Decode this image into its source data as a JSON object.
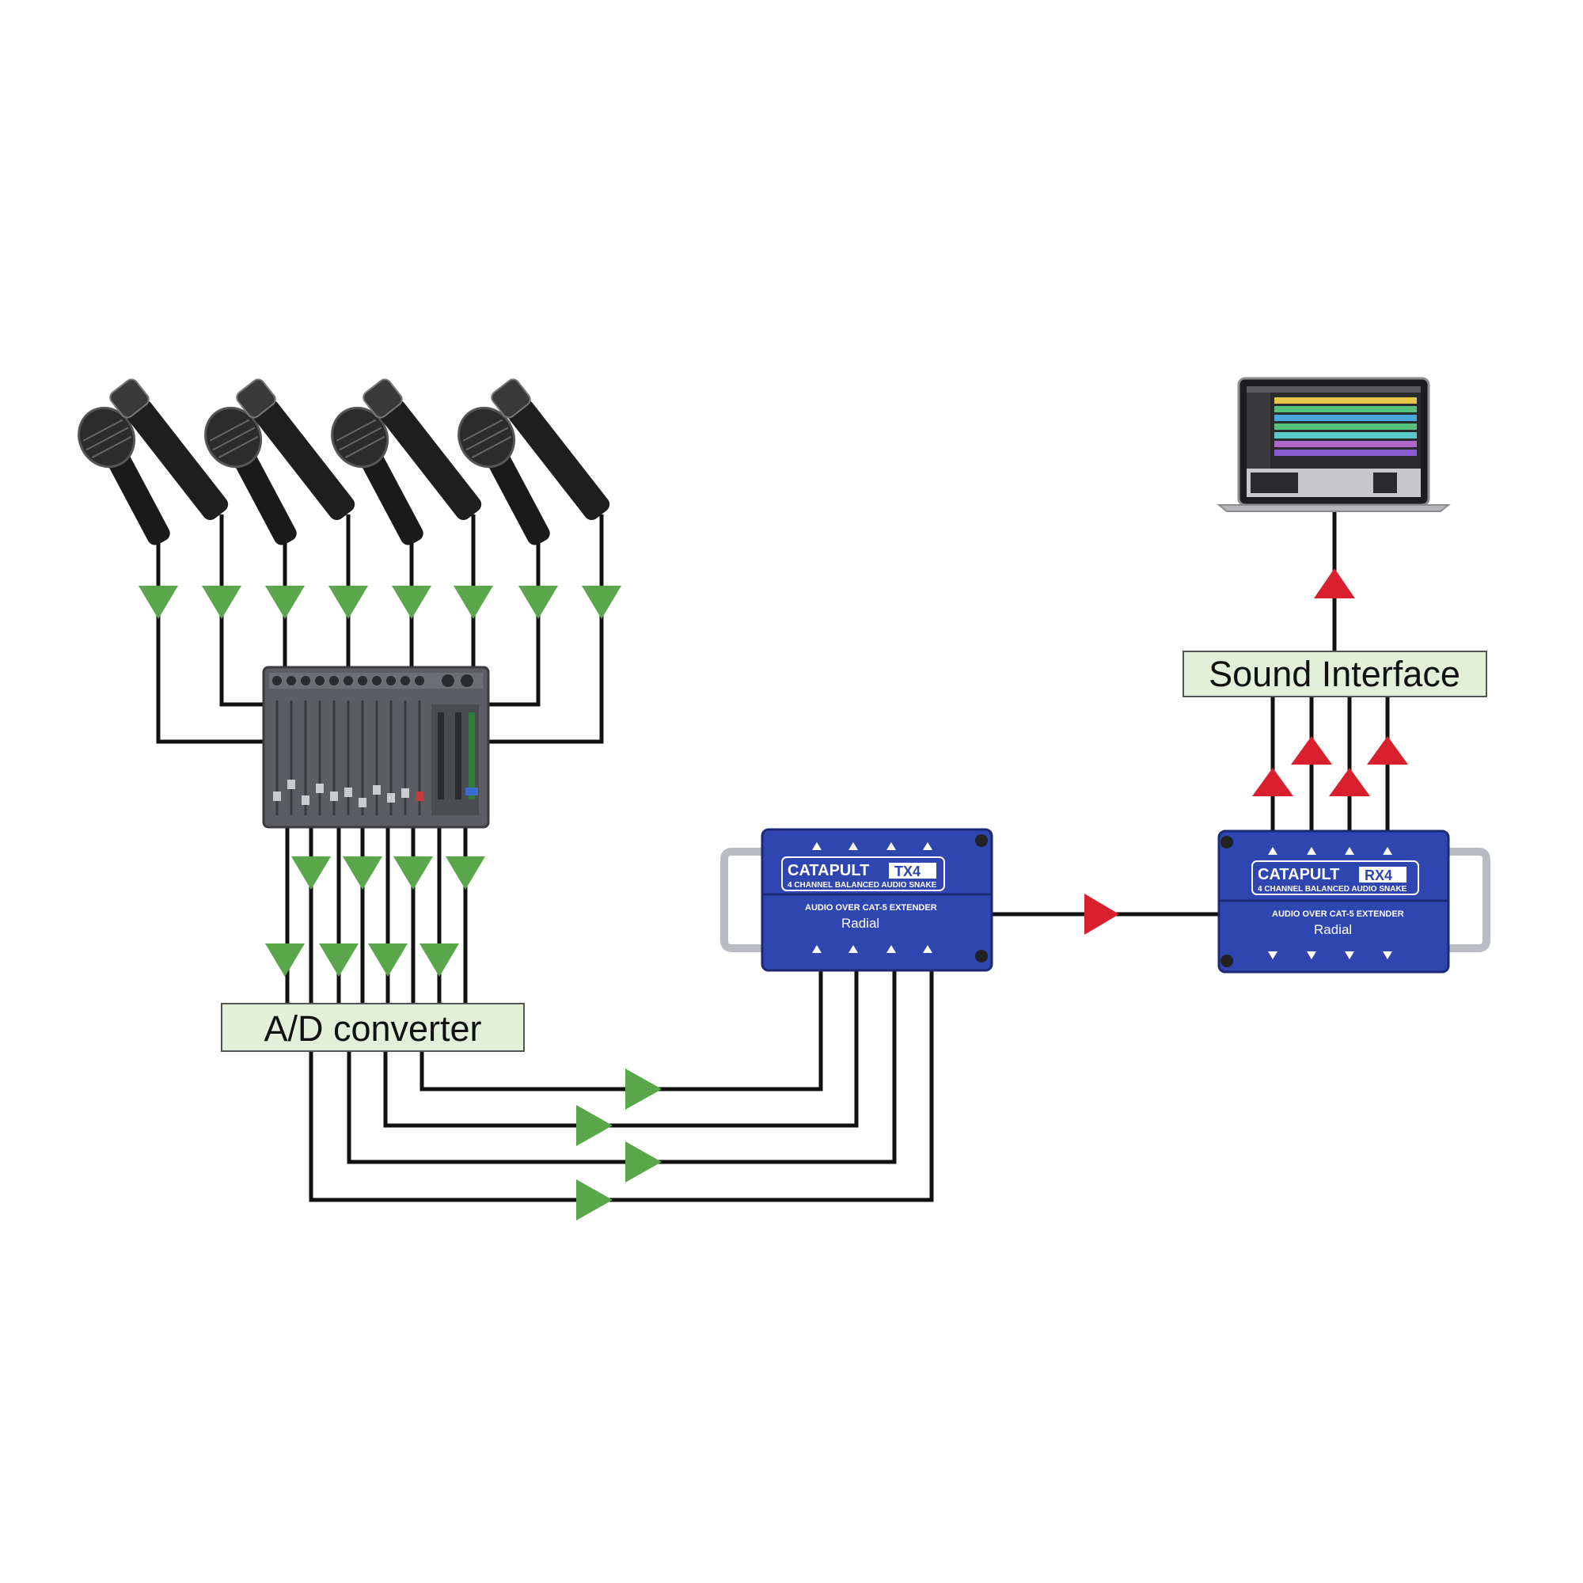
{
  "labels": {
    "ad_converter": "A/D converter",
    "sound_interface": "Sound Interface"
  },
  "devices": {
    "tx4": {
      "brand": "CATAPULT",
      "model": "TX4",
      "subtitle": "4 CHANNEL BALANCED AUDIO SNAKE",
      "tagline": "AUDIO OVER CAT-5 EXTENDER",
      "maker": "Radial"
    },
    "rx4": {
      "brand": "CATAPULT",
      "model": "RX4",
      "subtitle": "4 CHANNEL BALANCED AUDIO SNAKE",
      "tagline": "AUDIO OVER CAT-5 EXTENDER",
      "maker": "Radial"
    }
  },
  "icons": {
    "microphones": "microphone-icon",
    "mixer": "mixing-console-icon",
    "laptop": "laptop-daw-icon"
  },
  "colors": {
    "signal_in": "#5aa64a",
    "signal_out": "#d9202f",
    "label_fill": "#e3efd9",
    "device_blue": "#2f46b0"
  }
}
